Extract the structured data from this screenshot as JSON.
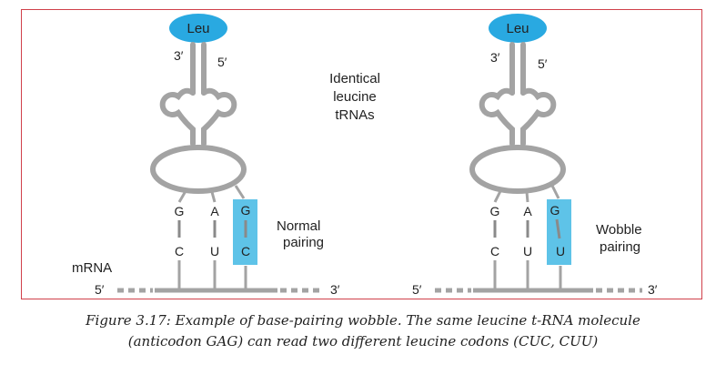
{
  "colors": {
    "stem": "#a3a3a3",
    "leu_fill": "#29a9e1",
    "highlight": "#5ec3e8",
    "frame": "#d0404a",
    "text": "#222222"
  },
  "center_label": [
    "Identical",
    "leucine",
    "tRNAs"
  ],
  "left_panel": {
    "amino_acid": "Leu",
    "end_3": "3′",
    "end_5": "5′",
    "anticodon": [
      "G",
      "A",
      "G"
    ],
    "codon": [
      "C",
      "U",
      "C"
    ],
    "pairing_label": [
      "Normal",
      "pairing"
    ],
    "mrna_label": "mRNA",
    "mrna_5": "5′",
    "mrna_3": "3′"
  },
  "right_panel": {
    "amino_acid": "Leu",
    "end_3": "3′",
    "end_5": "5′",
    "anticodon": [
      "G",
      "A",
      "G"
    ],
    "codon": [
      "C",
      "U",
      "U"
    ],
    "pairing_label": [
      "Wobble",
      "pairing"
    ],
    "mrna_5": "5′",
    "mrna_3": "3′"
  },
  "caption": [
    "Figure 3.17: Example of base-pairing wobble. The same leucine t-RNA molecule",
    "(anticodon GAG) can read two different leucine codons (CUC, CUU)"
  ]
}
